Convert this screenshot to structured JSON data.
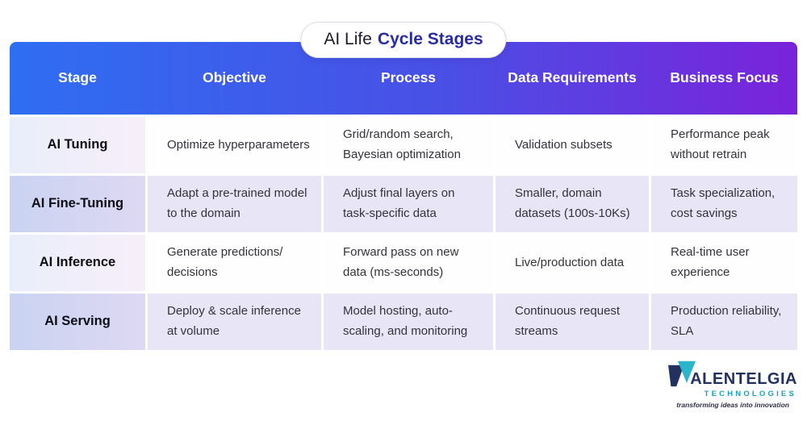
{
  "title": {
    "prefix": "AI Life",
    "highlight": "Cycle Stages"
  },
  "table": {
    "headers": [
      "Stage",
      "Objective",
      "Process",
      "Data Requirements",
      "Business Focus"
    ],
    "rows": [
      {
        "stage": "AI Tuning",
        "objective": "Optimize hyperparameters",
        "process": "Grid/random search, Bayesian optimization",
        "data_requirements": "Validation subsets",
        "business_focus": "Performance peak without retrain"
      },
      {
        "stage": "AI Fine-Tuning",
        "objective": "Adapt a pre-trained model to the domain",
        "process": "Adjust final layers on task-specific data",
        "data_requirements": "Smaller, domain datasets (100s-10Ks)",
        "business_focus": "Task specialization, cost savings"
      },
      {
        "stage": "AI Inference",
        "objective": "Generate predictions/ decisions",
        "process": "Forward pass on new data (ms-seconds)",
        "data_requirements": "Live/production data",
        "business_focus": "Real-time user experience"
      },
      {
        "stage": "AI Serving",
        "objective": "Deploy & scale inference at volume",
        "process": "Model hosting, auto-scaling, and monitoring",
        "data_requirements": "Continuous request streams",
        "business_focus": "Production reliability, SLA"
      }
    ]
  },
  "logo": {
    "wordmark": "ALENTELGIA",
    "subtitle": "TECHNOLOGIES",
    "tagline": "transforming ideas into innovation"
  },
  "colors": {
    "header_gradient_start": "#2e6ef2",
    "header_gradient_end": "#7a23da",
    "title_highlight": "#292da1",
    "stage_cell_tint": "#cdd5f2",
    "row_tint": "#e8e5f6",
    "logo_navy": "#23315f",
    "logo_teal": "#1b9fbd"
  },
  "chart_data": {
    "type": "table",
    "title": "AI Life Cycle Stages",
    "columns": [
      "Stage",
      "Objective",
      "Process",
      "Data Requirements",
      "Business Focus"
    ],
    "rows": [
      [
        "AI Tuning",
        "Optimize hyperparameters",
        "Grid/random search, Bayesian optimization",
        "Validation subsets",
        "Performance peak without retrain"
      ],
      [
        "AI Fine-Tuning",
        "Adapt a pre-trained model to the domain",
        "Adjust final layers on task-specific data",
        "Smaller, domain datasets (100s-10Ks)",
        "Task specialization, cost savings"
      ],
      [
        "AI Inference",
        "Generate predictions/ decisions",
        "Forward pass on new data (ms-seconds)",
        "Live/production data",
        "Real-time user experience"
      ],
      [
        "AI Serving",
        "Deploy & scale inference at volume",
        "Model hosting, auto-scaling, and monitoring",
        "Continuous request streams",
        "Production reliability, SLA"
      ]
    ]
  }
}
